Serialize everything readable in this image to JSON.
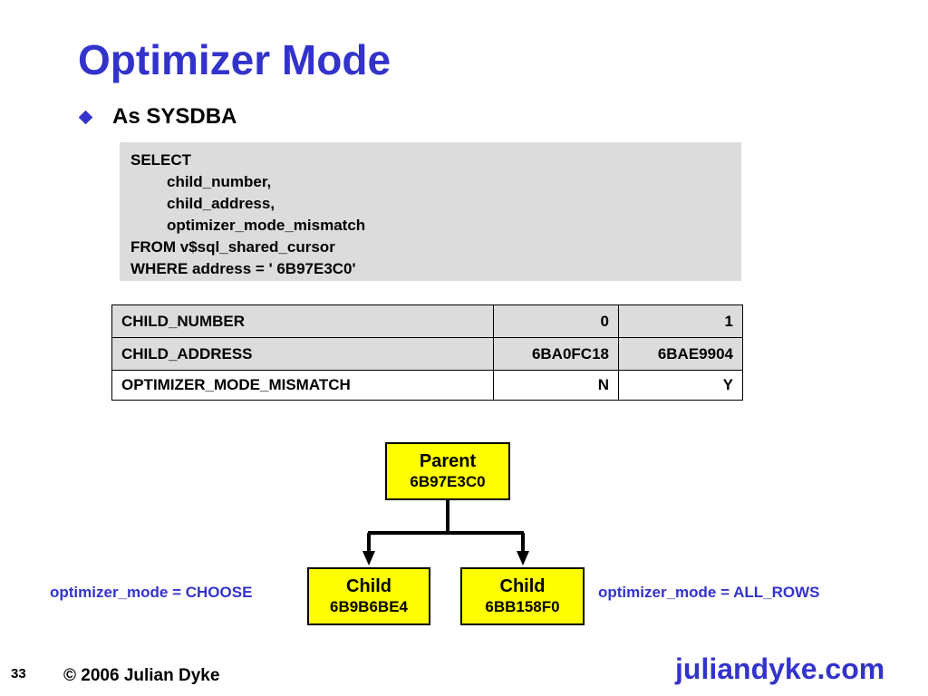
{
  "slide": {
    "title": "Optimizer Mode",
    "bullet": "As SYSDBA"
  },
  "sql": {
    "lines": [
      "SELECT",
      "child_number,",
      "child_address,",
      "optimizer_mode_mismatch",
      "FROM v$sql_shared_cursor",
      "WHERE address = ' 6B97E3C0'"
    ]
  },
  "result_table": {
    "rows": [
      [
        "CHILD_NUMBER",
        "0",
        "1"
      ],
      [
        "CHILD_ADDRESS",
        "6BA0FC18",
        "6BAE9904"
      ],
      [
        "OPTIMIZER_MODE_MISMATCH",
        "N",
        "Y"
      ]
    ]
  },
  "diagram": {
    "parent": {
      "name": "Parent",
      "address": "6B97E3C0"
    },
    "children": [
      {
        "name": "Child",
        "address": "6B9B6BE4",
        "mode_label": "optimizer_mode = CHOOSE"
      },
      {
        "name": "Child",
        "address": "6BB158F0",
        "mode_label": "optimizer_mode = ALL_ROWS"
      }
    ]
  },
  "footer": {
    "page_number": "33",
    "copyright": "© 2006 Julian Dyke",
    "website": "juliandyke.com"
  },
  "colors": {
    "accent": "#3333cc",
    "node_fill": "#ffff00",
    "code_background": "#dcdcdc"
  }
}
